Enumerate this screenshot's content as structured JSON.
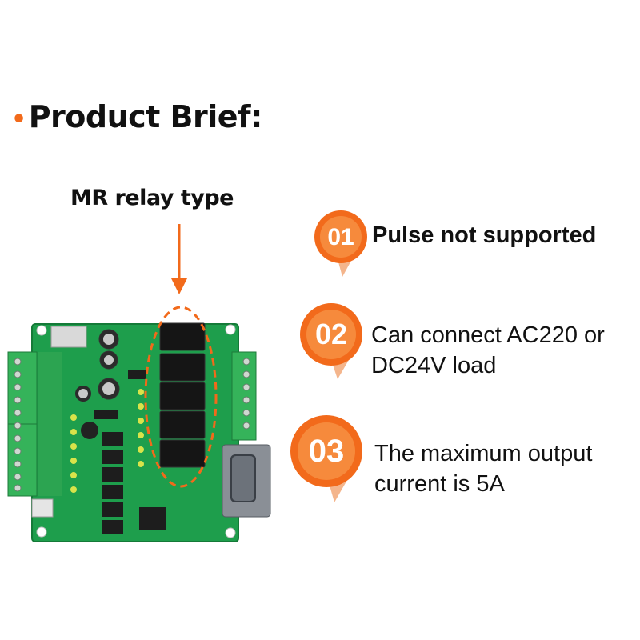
{
  "title": {
    "bullet": "•",
    "text": "Product Brief:"
  },
  "callout": {
    "text": "MR relay type"
  },
  "colors": {
    "accent": "#f26a1b",
    "board": "#1e9e4c",
    "terminal": "#35b35a"
  },
  "features": [
    {
      "number": "01",
      "lines": [
        "Pulse not supported"
      ]
    },
    {
      "number": "02",
      "lines": [
        "Can connect AC220 or",
        "DC24V load"
      ]
    },
    {
      "number": "03",
      "lines": [
        "The maximum output",
        "current is 5A"
      ]
    }
  ]
}
